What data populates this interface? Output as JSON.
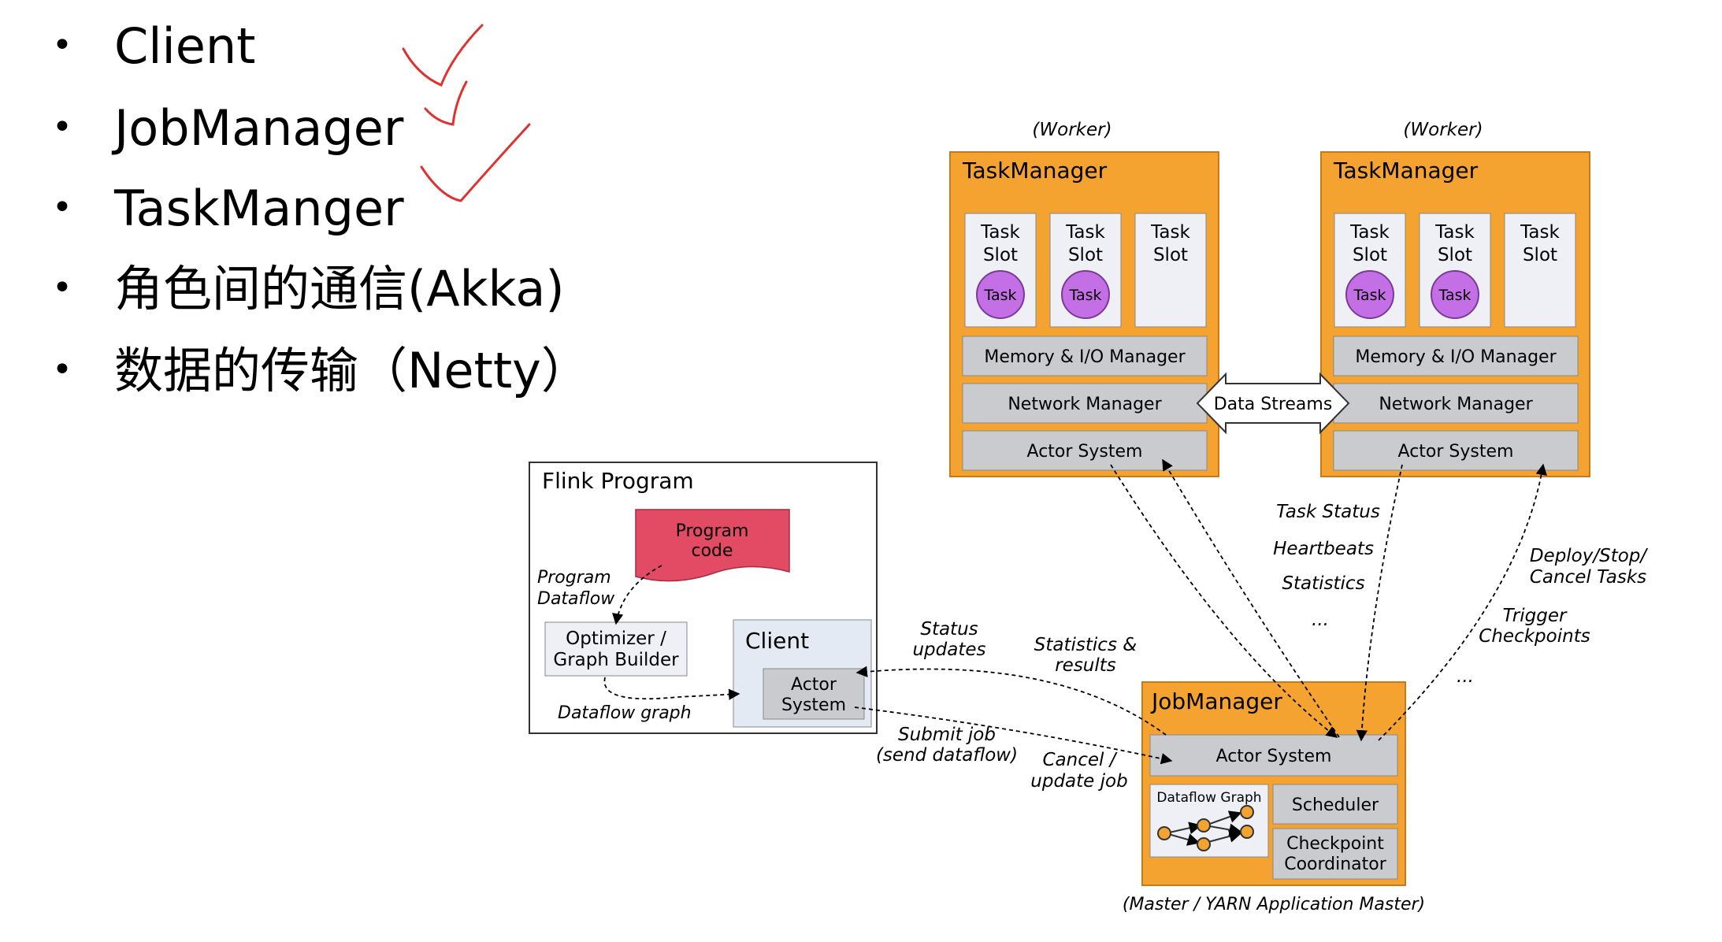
{
  "bullets": [
    "Client",
    "JobManager",
    "TaskManger",
    "角色间的通信(Akka)",
    "数据的传输（Netty）"
  ],
  "check_mark_color": "#e0312f",
  "colors": {
    "orange": "#f4a331",
    "gray_box": "#c9cbce",
    "light_box": "#eef0f6",
    "pink_code": "#e34b65",
    "task_purple": "#c46fe6"
  },
  "worker_labels": [
    "(Worker)",
    "(Worker)"
  ],
  "taskmanagers": [
    {
      "title": "TaskManager",
      "slots": [
        {
          "line1": "Task",
          "line2": "Slot",
          "task": "Task"
        },
        {
          "line1": "Task",
          "line2": "Slot",
          "task": "Task"
        },
        {
          "line1": "Task",
          "line2": "Slot",
          "task": ""
        }
      ],
      "memory": "Memory & I/O Manager",
      "network": "Network Manager",
      "actor": "Actor System"
    },
    {
      "title": "TaskManager",
      "slots": [
        {
          "line1": "Task",
          "line2": "Slot",
          "task": "Task"
        },
        {
          "line1": "Task",
          "line2": "Slot",
          "task": "Task"
        },
        {
          "line1": "Task",
          "line2": "Slot",
          "task": ""
        }
      ],
      "memory": "Memory & I/O Manager",
      "network": "Network Manager",
      "actor": "Actor System"
    }
  ],
  "data_streams": "Data Streams",
  "flink_program": {
    "title": "Flink Program",
    "program_code": [
      "Program",
      "code"
    ],
    "program_dataflow": [
      "Program",
      "Dataflow"
    ],
    "optimizer": [
      "Optimizer /",
      "Graph Builder"
    ],
    "dataflow_graph": "Dataflow graph",
    "client_title": "Client",
    "client_actor": [
      "Actor",
      "System"
    ]
  },
  "jobmanager": {
    "title": "JobManager",
    "actor": "Actor System",
    "dataflow_graph": "Dataflow Graph",
    "scheduler": "Scheduler",
    "checkpoint": [
      "Checkpoint",
      "Coordinator"
    ],
    "footer": "(Master / YARN Application Master)"
  },
  "annotations": {
    "status_updates": [
      "Status",
      "updates"
    ],
    "statistics_results": [
      "Statistics &",
      "results"
    ],
    "submit_job": [
      "Submit job",
      "(send dataflow)"
    ],
    "cancel_update": [
      "Cancel /",
      "update job"
    ],
    "task_status": "Task Status",
    "heartbeats": "Heartbeats",
    "statistics": "Statistics",
    "ellipsis1": "...",
    "deploy": [
      "Deploy/Stop/",
      "Cancel Tasks"
    ],
    "trigger": [
      "Trigger",
      "Checkpoints"
    ],
    "ellipsis2": "..."
  }
}
